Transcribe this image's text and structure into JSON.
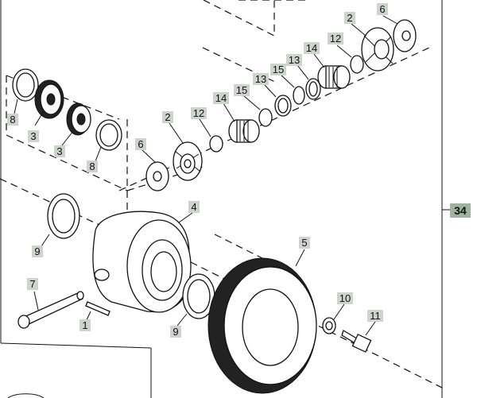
{
  "figure": {
    "sheet_reference": "34",
    "callouts": [
      {
        "id": "c1",
        "label": "1"
      },
      {
        "id": "c2a",
        "label": "2"
      },
      {
        "id": "c2b",
        "label": "2"
      },
      {
        "id": "c3a",
        "label": "3"
      },
      {
        "id": "c3b",
        "label": "3"
      },
      {
        "id": "c4",
        "label": "4"
      },
      {
        "id": "c5",
        "label": "5"
      },
      {
        "id": "c6a",
        "label": "6"
      },
      {
        "id": "c6b",
        "label": "6"
      },
      {
        "id": "c7",
        "label": "7"
      },
      {
        "id": "c8a",
        "label": "8"
      },
      {
        "id": "c8b",
        "label": "8"
      },
      {
        "id": "c9a",
        "label": "9"
      },
      {
        "id": "c9b",
        "label": "9"
      },
      {
        "id": "c10",
        "label": "10"
      },
      {
        "id": "c11",
        "label": "11"
      },
      {
        "id": "c12a",
        "label": "12"
      },
      {
        "id": "c12b",
        "label": "12"
      },
      {
        "id": "c13a",
        "label": "13"
      },
      {
        "id": "c13b",
        "label": "13"
      },
      {
        "id": "c14a",
        "label": "14"
      },
      {
        "id": "c14b",
        "label": "14"
      },
      {
        "id": "c15a",
        "label": "15"
      },
      {
        "id": "c15b",
        "label": "15"
      }
    ]
  }
}
